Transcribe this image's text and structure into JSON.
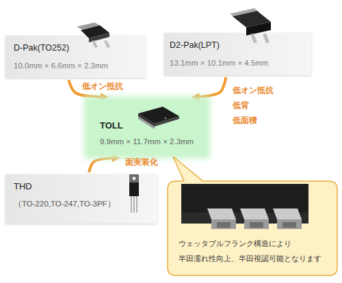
{
  "diagram": {
    "nodes": [
      {
        "text": [
          "D-Pak(TO252)",
          "10.0mm × 6.6mm × 2.3mm"
        ]
      },
      {
        "text": [
          "D2-Pak(LPT)",
          "13.1mm × 10.1mm × 4.5mm"
        ]
      },
      {
        "text": [
          "TOLL",
          "9.9mm × 11.7mm × 2.3mm"
        ]
      },
      {
        "text": [
          "THD",
          "（TO-220,TO-247,TO-3PF）"
        ]
      },
      {
        "text": [
          "ウェッタブルフランク構造により 半田濡れ性向上、半田視認可能となります"
        ]
      }
    ],
    "edges": [
      {
        "from": 0,
        "to": 2,
        "arrow": "to",
        "label": "低オン抵抗"
      },
      {
        "from": 1,
        "to": 2,
        "arrow": "to",
        "label": "低オン抵抗 低背 低面積"
      },
      {
        "from": 3,
        "to": 2,
        "arrow": "to",
        "label": "面実装化"
      }
    ]
  }
}
